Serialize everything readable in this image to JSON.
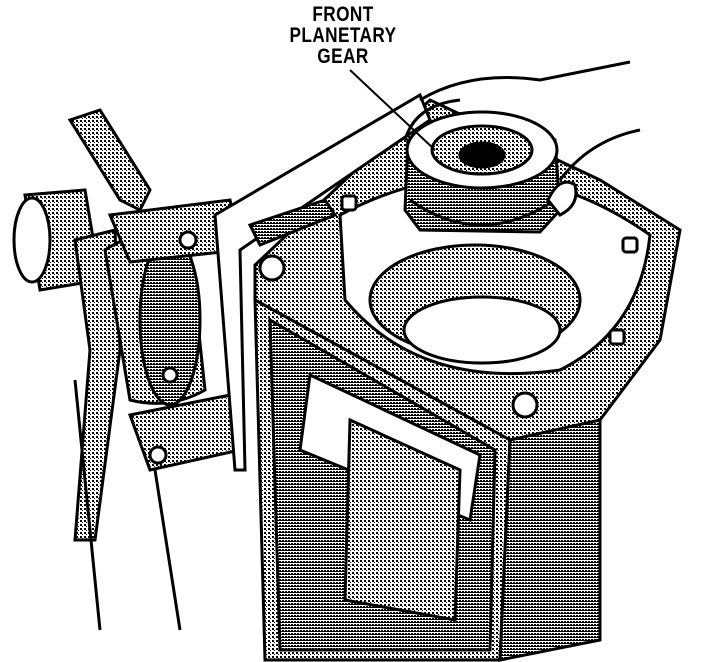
{
  "callout": {
    "line1": "FRONT",
    "line2": "PLANETARY",
    "line3": "GEAR"
  },
  "colors": {
    "ink": "#000000",
    "paper": "#ffffff",
    "shade": "#8a8a8a"
  }
}
